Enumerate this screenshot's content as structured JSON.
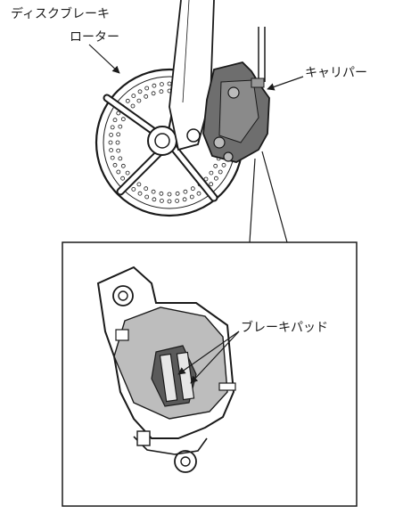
{
  "labels": {
    "rotor_line1": "ディスクブレーキ",
    "rotor_line2": "ローター",
    "caliper": "キャリパー",
    "brake_pads": "ブレーキパッド"
  },
  "parts": {
    "rotor": "disc-brake-rotor",
    "caliper": "caliper",
    "brake_pads": "brake-pads",
    "fork": "front-fork",
    "hose": "brake-hose"
  },
  "colors": {
    "line": "#1a1a1a",
    "caliper_fill": "#6e6e6e",
    "paper": "#ffffff"
  }
}
